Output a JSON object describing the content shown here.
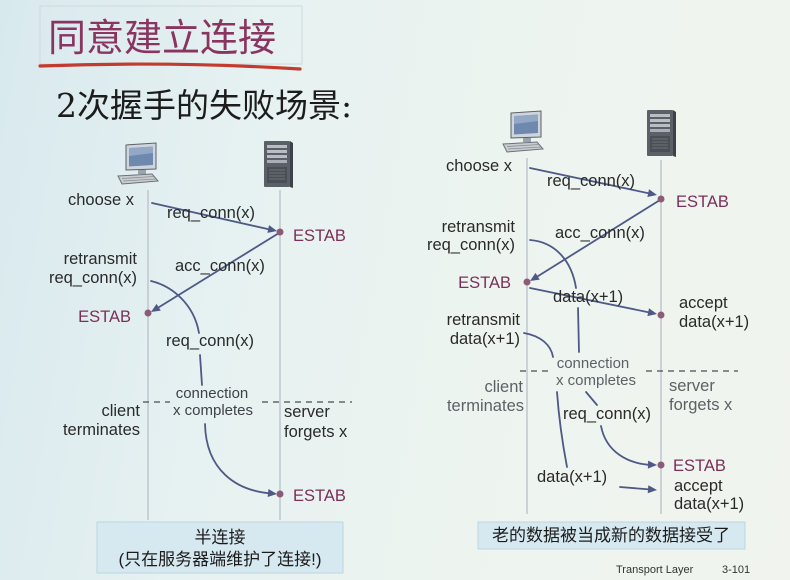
{
  "slide": {
    "title": "同意建立连接",
    "subtitle": "2次握手的失败场景:",
    "footer": {
      "section": "Transport Layer",
      "page": "3-101"
    }
  },
  "colors": {
    "title": "#8a3560",
    "estab": "#7b2f58",
    "arrow": "#4e5985",
    "underline": "#c23b2e",
    "caption_box": "#d6e9f0"
  },
  "icons": {
    "client_host": "desktop-computer-icon",
    "server_host": "server-tower-icon"
  },
  "left_scenario": {
    "choose": "choose x",
    "req_conn": "req_conn(x)",
    "server_estab": "ESTAB",
    "retransmit": [
      "retransmit",
      "req_conn(x)"
    ],
    "acc_conn": "acc_conn(x)",
    "client_estab": "ESTAB",
    "late_req_conn": "req_conn(x)",
    "connection_completes": [
      "connection",
      "x completes"
    ],
    "client_terminates": [
      "client",
      "terminates"
    ],
    "server_forgets": [
      "server",
      "forgets x"
    ],
    "late_server_estab": "ESTAB",
    "caption": [
      "半连接",
      "(只在服务器端维护了连接!)"
    ]
  },
  "right_scenario": {
    "choose": "choose x",
    "req_conn": "req_conn(x)",
    "server_estab": "ESTAB",
    "retransmit_req": [
      "retransmit",
      "req_conn(x)"
    ],
    "acc_conn": "acc_conn(x)",
    "client_estab": "ESTAB",
    "data": "data(x+1)",
    "accept_data": [
      "accept",
      "data(x+1)"
    ],
    "retransmit_data": [
      "retransmit",
      "data(x+1)"
    ],
    "connection_completes": [
      "connection",
      "x completes"
    ],
    "client_terminates": [
      "client",
      "terminates"
    ],
    "server_forgets": [
      "server",
      "forgets x"
    ],
    "late_req_conn": "req_conn(x)",
    "late_server_estab": "ESTAB",
    "late_data": "data(x+1)",
    "late_accept_data": [
      "accept",
      "data(x+1)"
    ],
    "caption": "老的数据被当成新的数据接受了"
  }
}
